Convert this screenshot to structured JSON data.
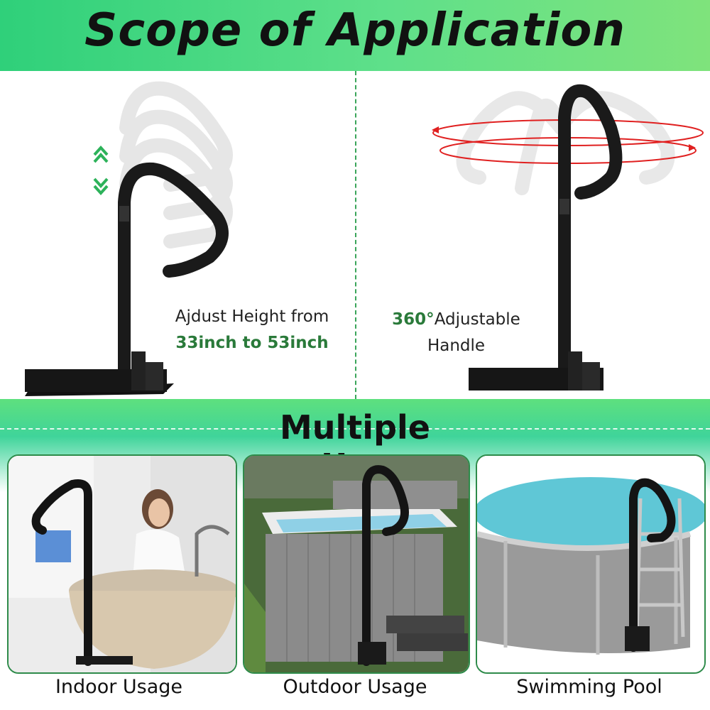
{
  "header": {
    "title": "Scope of Application"
  },
  "left_feature": {
    "line1": "Ajdust Height from",
    "line2": "33inch to 53inch"
  },
  "right_feature": {
    "highlight": "360°",
    "line1_rest": "Adjustable",
    "line2": "Handle"
  },
  "section": {
    "title": "Multiple Use"
  },
  "uses": [
    {
      "label": "Indoor Usage"
    },
    {
      "label": "Outdoor Usage"
    },
    {
      "label": "Swimming Pool"
    }
  ],
  "colors": {
    "banner_green": "#3fd47a",
    "text_green": "#2a7a3a",
    "rail_black": "#1a1a1a",
    "arrow_red": "#e02020"
  }
}
